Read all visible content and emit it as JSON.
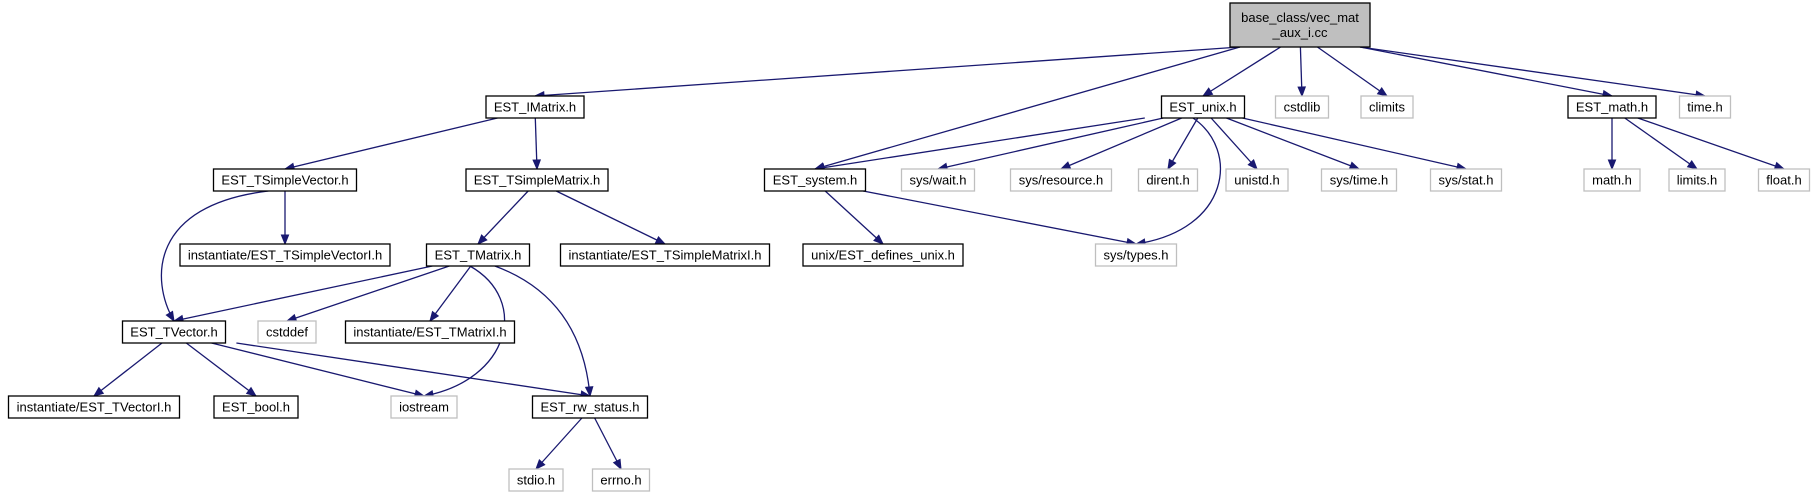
{
  "diagram": {
    "type": "include-dependency-graph",
    "colors": {
      "edge": "#191970",
      "root_fill": "#bfbfbf",
      "local_border": "#000000",
      "system_border": "#bfbfbf"
    },
    "root": "root",
    "nodes": [
      {
        "id": "root",
        "lines": [
          "base_class/vec_mat",
          "_aux_i.cc"
        ],
        "kind": "root"
      },
      {
        "id": "imatrix",
        "lines": [
          "EST_IMatrix.h"
        ],
        "kind": "local"
      },
      {
        "id": "system",
        "lines": [
          "EST_system.h"
        ],
        "kind": "local"
      },
      {
        "id": "unix",
        "lines": [
          "EST_unix.h"
        ],
        "kind": "local"
      },
      {
        "id": "cstdlib",
        "lines": [
          "cstdlib"
        ],
        "kind": "system"
      },
      {
        "id": "climits",
        "lines": [
          "climits"
        ],
        "kind": "system"
      },
      {
        "id": "math",
        "lines": [
          "EST_math.h"
        ],
        "kind": "local"
      },
      {
        "id": "timeh",
        "lines": [
          "time.h"
        ],
        "kind": "system"
      },
      {
        "id": "tsvec",
        "lines": [
          "EST_TSimpleVector.h"
        ],
        "kind": "local"
      },
      {
        "id": "tsmat",
        "lines": [
          "EST_TSimpleMatrix.h"
        ],
        "kind": "local"
      },
      {
        "id": "tsveci",
        "lines": [
          "instantiate/EST_TSimpleVectorI.h"
        ],
        "kind": "local"
      },
      {
        "id": "tmatrix",
        "lines": [
          "EST_TMatrix.h"
        ],
        "kind": "local"
      },
      {
        "id": "tsmati",
        "lines": [
          "instantiate/EST_TSimpleMatrixI.h"
        ],
        "kind": "local"
      },
      {
        "id": "tvector",
        "lines": [
          "EST_TVector.h"
        ],
        "kind": "local"
      },
      {
        "id": "cstddef",
        "lines": [
          "cstddef"
        ],
        "kind": "system"
      },
      {
        "id": "tmatrixi",
        "lines": [
          "instantiate/EST_TMatrixI.h"
        ],
        "kind": "local"
      },
      {
        "id": "tvectori",
        "lines": [
          "instantiate/EST_TVectorI.h"
        ],
        "kind": "local"
      },
      {
        "id": "bool",
        "lines": [
          "EST_bool.h"
        ],
        "kind": "local"
      },
      {
        "id": "iostream",
        "lines": [
          "iostream"
        ],
        "kind": "system"
      },
      {
        "id": "rwstatus",
        "lines": [
          "EST_rw_status.h"
        ],
        "kind": "local"
      },
      {
        "id": "stdio",
        "lines": [
          "stdio.h"
        ],
        "kind": "system"
      },
      {
        "id": "errno",
        "lines": [
          "errno.h"
        ],
        "kind": "system"
      },
      {
        "id": "definesunix",
        "lines": [
          "unix/EST_defines_unix.h"
        ],
        "kind": "local"
      },
      {
        "id": "systypes",
        "lines": [
          "sys/types.h"
        ],
        "kind": "system"
      },
      {
        "id": "syswait",
        "lines": [
          "sys/wait.h"
        ],
        "kind": "system"
      },
      {
        "id": "sysresource",
        "lines": [
          "sys/resource.h"
        ],
        "kind": "system"
      },
      {
        "id": "dirent",
        "lines": [
          "dirent.h"
        ],
        "kind": "system"
      },
      {
        "id": "unistd",
        "lines": [
          "unistd.h"
        ],
        "kind": "system"
      },
      {
        "id": "systime",
        "lines": [
          "sys/time.h"
        ],
        "kind": "system"
      },
      {
        "id": "sysstat",
        "lines": [
          "sys/stat.h"
        ],
        "kind": "system"
      },
      {
        "id": "mathh",
        "lines": [
          "math.h"
        ],
        "kind": "system"
      },
      {
        "id": "limits",
        "lines": [
          "limits.h"
        ],
        "kind": "system"
      },
      {
        "id": "floath",
        "lines": [
          "float.h"
        ],
        "kind": "system"
      }
    ],
    "edges": [
      [
        "root",
        "imatrix"
      ],
      [
        "root",
        "system"
      ],
      [
        "root",
        "unix"
      ],
      [
        "root",
        "cstdlib"
      ],
      [
        "root",
        "climits"
      ],
      [
        "root",
        "math"
      ],
      [
        "root",
        "timeh"
      ],
      [
        "imatrix",
        "tsvec"
      ],
      [
        "imatrix",
        "tsmat"
      ],
      [
        "tsvec",
        "tsveci"
      ],
      [
        "tsvec",
        "tvector"
      ],
      [
        "tsmat",
        "tmatrix"
      ],
      [
        "tsmat",
        "tsmati"
      ],
      [
        "tmatrix",
        "tvector"
      ],
      [
        "tmatrix",
        "cstddef"
      ],
      [
        "tmatrix",
        "tmatrixi"
      ],
      [
        "tmatrix",
        "iostream"
      ],
      [
        "tmatrix",
        "rwstatus"
      ],
      [
        "tvector",
        "tvectori"
      ],
      [
        "tvector",
        "bool"
      ],
      [
        "tvector",
        "iostream"
      ],
      [
        "tvector",
        "rwstatus"
      ],
      [
        "rwstatus",
        "stdio"
      ],
      [
        "rwstatus",
        "errno"
      ],
      [
        "system",
        "definesunix"
      ],
      [
        "system",
        "systypes"
      ],
      [
        "unix",
        "system"
      ],
      [
        "unix",
        "syswait"
      ],
      [
        "unix",
        "sysresource"
      ],
      [
        "unix",
        "dirent"
      ],
      [
        "unix",
        "unistd"
      ],
      [
        "unix",
        "systime"
      ],
      [
        "unix",
        "sysstat"
      ],
      [
        "unix",
        "systypes"
      ],
      [
        "math",
        "mathh"
      ],
      [
        "math",
        "limits"
      ],
      [
        "math",
        "floath"
      ]
    ]
  }
}
